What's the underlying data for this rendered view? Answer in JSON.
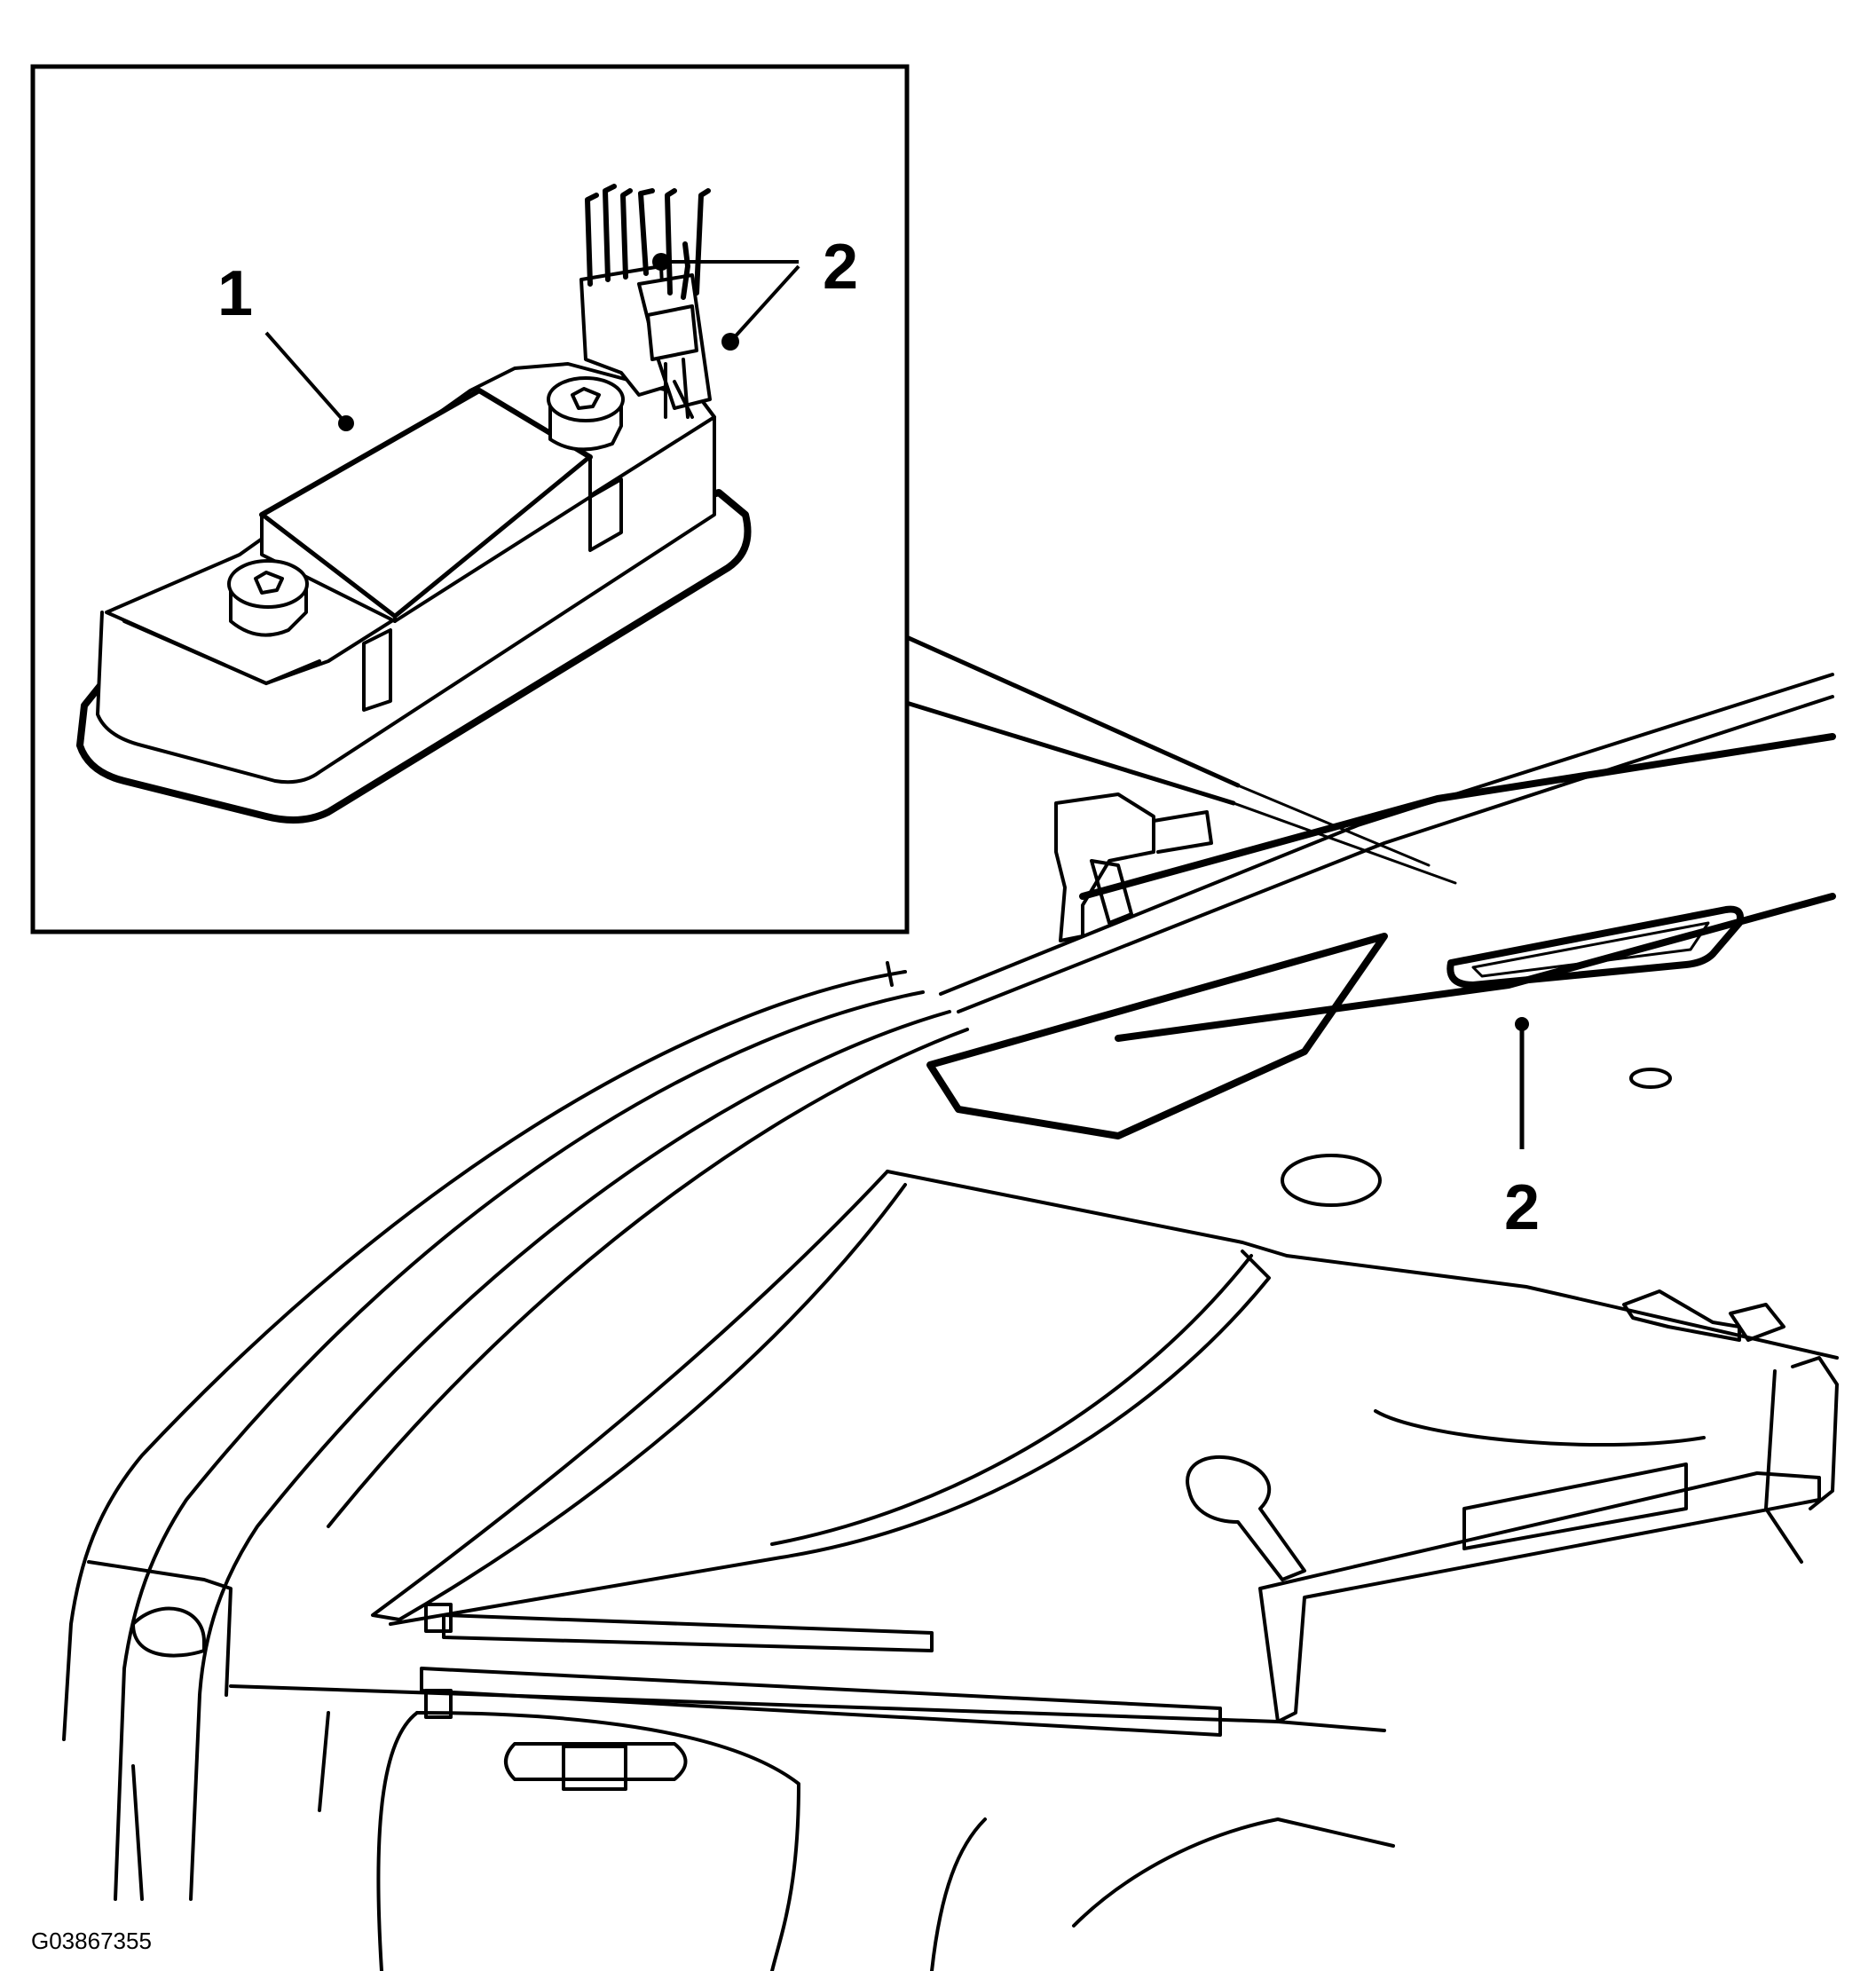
{
  "callouts": {
    "inset_1": "1",
    "inset_2": "2",
    "main_2": "2"
  },
  "figure_id": "G03867355",
  "colors": {
    "ink": "#000000",
    "paper": "#ffffff"
  }
}
